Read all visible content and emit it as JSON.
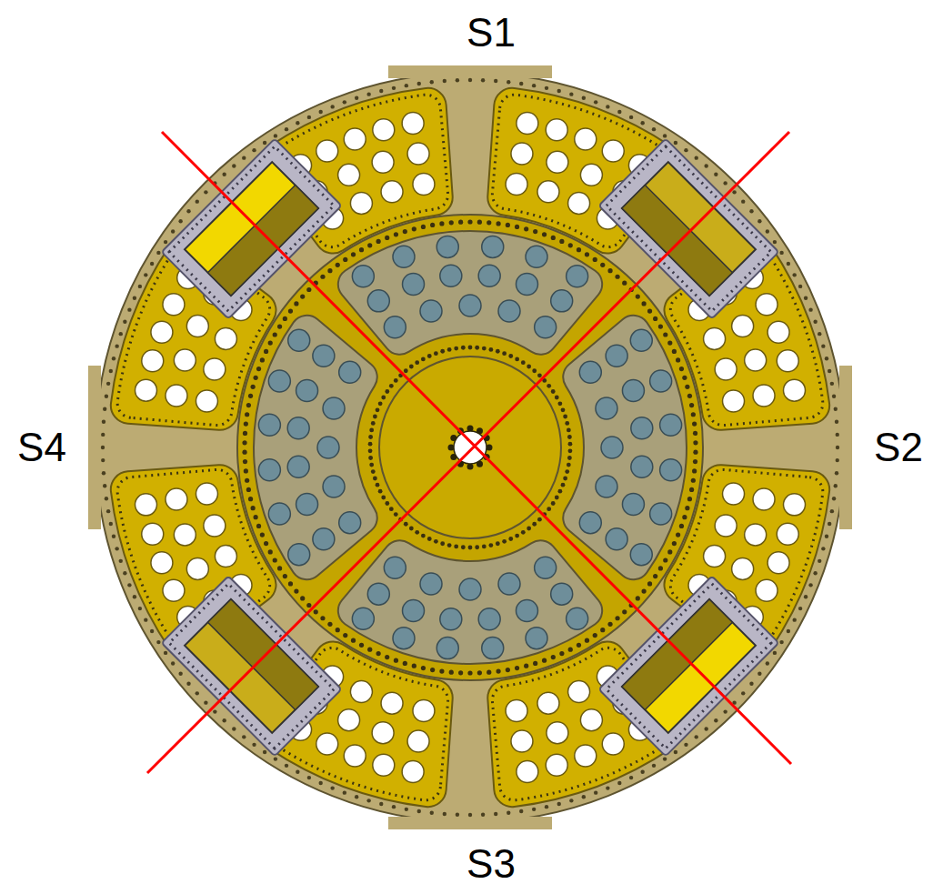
{
  "diagram": {
    "labels": [
      "S1",
      "S2",
      "S3",
      "S4"
    ]
  }
}
